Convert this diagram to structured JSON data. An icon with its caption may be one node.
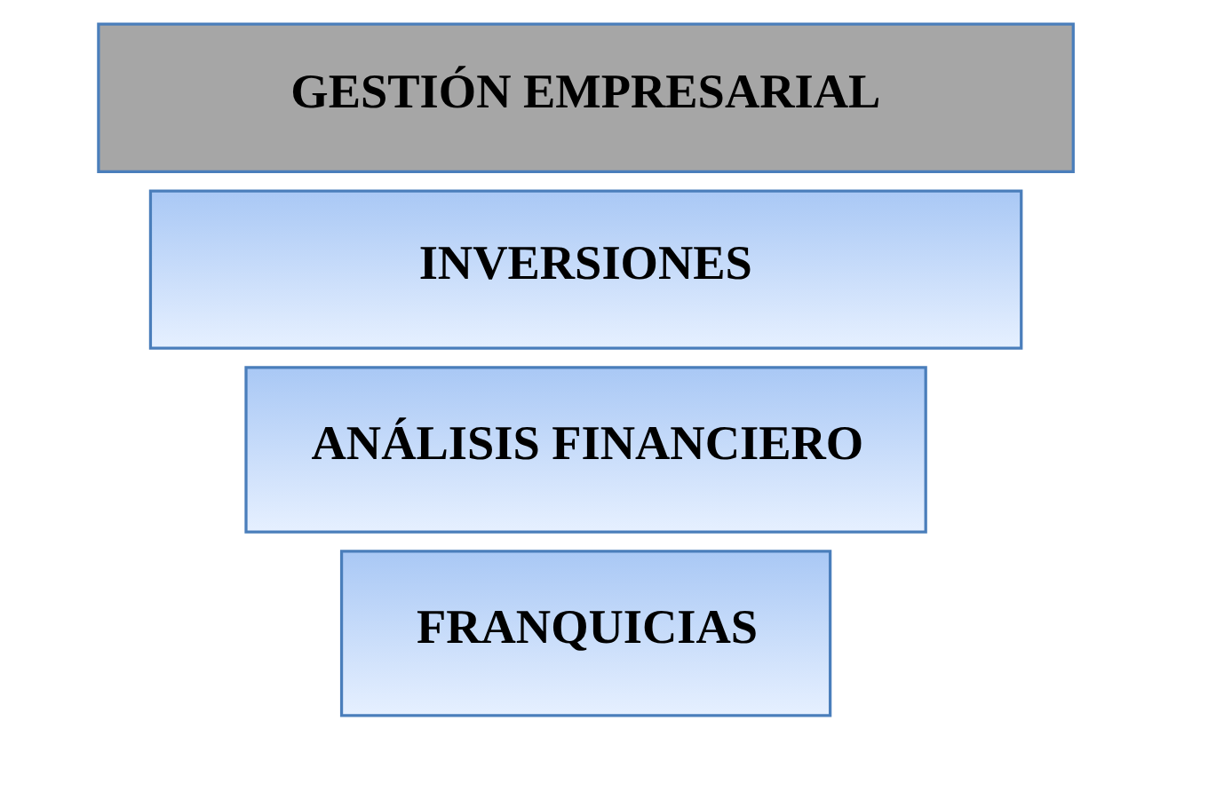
{
  "diagram": {
    "nodes": [
      {
        "text": [
          "GESTIÓN EMPRESARIAL"
        ]
      },
      {
        "text": [
          "INVERSIONES"
        ]
      },
      {
        "text": [
          "ANÁLISIS FINANCIERO"
        ]
      },
      {
        "text": [
          "FRANQUICIAS"
        ]
      }
    ],
    "edges": []
  }
}
